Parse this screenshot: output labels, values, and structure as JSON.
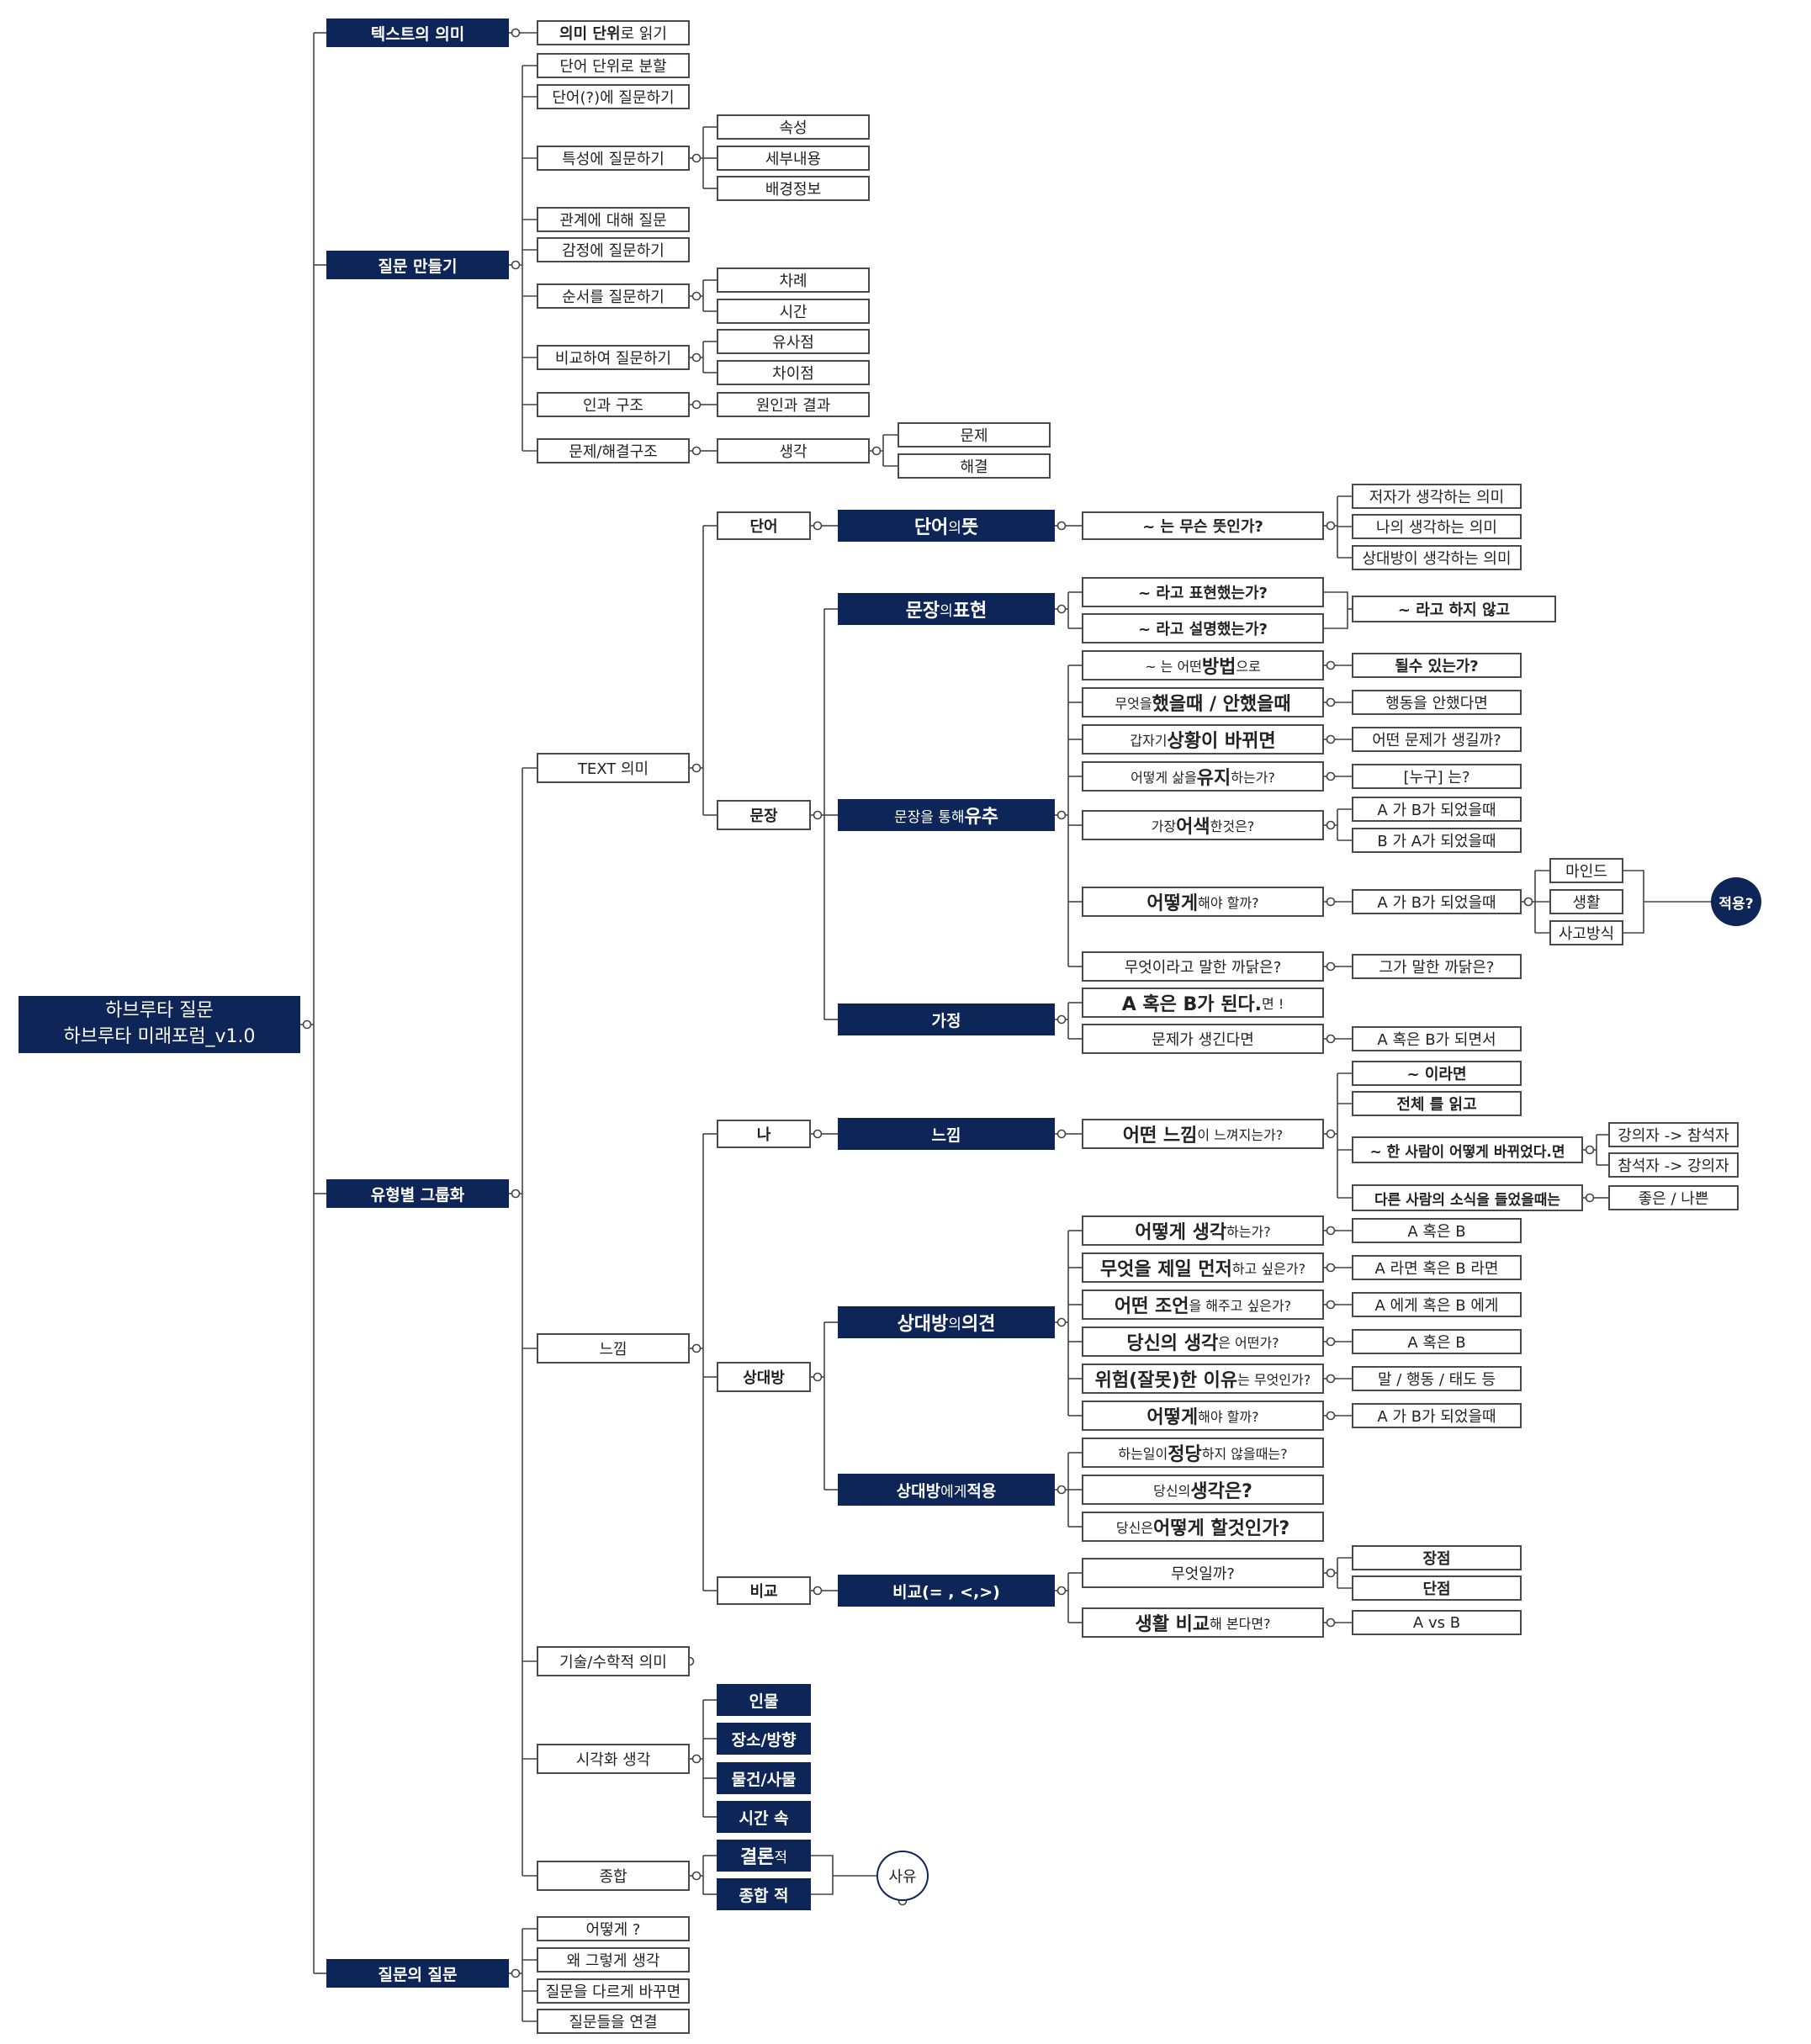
{
  "colors": {
    "navy": "#0e2557",
    "border": "#4a4a4a",
    "line": "#444444"
  },
  "nodes": {
    "root": {
      "line1": "하브루타 질문",
      "line2": "하브루타 미래포럼_v1.0"
    },
    "b1": "텍스트의 의미",
    "b1_1": {
      "a": "의미 단위",
      "b": "로 읽기"
    },
    "b2": "질문 만들기",
    "b2_1": "단어 단위로 분할",
    "b2_2": "단어(?)에 질문하기",
    "b2_3": "특성에 질문하기",
    "b2_3a": "속성",
    "b2_3b": "세부내용",
    "b2_3c": "배경정보",
    "b2_4": "관계에 대해 질문",
    "b2_5": "감정에 질문하기",
    "b2_6": "순서를 질문하기",
    "b2_6a": "차례",
    "b2_6b": "시간",
    "b2_7": "비교하여 질문하기",
    "b2_7a": "유사점",
    "b2_7b": "차이점",
    "b2_8": "인과 구조",
    "b2_8a": "원인과 결과",
    "b2_9": "문제/해결구조",
    "b2_9a": "생각",
    "b2_9a1": "문제",
    "b2_9a2": "해결",
    "b3": "유형별 그룹화",
    "t1": "TEXT 의미",
    "w": "단어",
    "wm": {
      "a": "단어",
      "b": " 의 ",
      "c": "뜻"
    },
    "wq": "~ 는 무슨 뜻인가?",
    "wq1": "저자가 생각하는 의미",
    "wq2": "나의 생각하는 의미",
    "wq3": "상대방이 생각하는 의미",
    "s": "문장",
    "sx": {
      "a": "문장",
      "b": "의 ",
      "c": "표현"
    },
    "sx1": "~ 라고 표현했는가?",
    "sx2": "~ 라고 설명했는가?",
    "sx3": "~ 라고 하지 않고",
    "si": {
      "a": "문장을 통해 ",
      "b": "유추"
    },
    "si1": {
      "a": "~ 는 어떤 ",
      "b": "방법",
      "c": "으로"
    },
    "si1r": "될수 있는가?",
    "si2": {
      "a": "무엇을 ",
      "b": "했을때 / 안했을때"
    },
    "si2r": "행동을 안했다면",
    "si3": {
      "a": "갑자기 ",
      "b": "상황이 바뀌면"
    },
    "si3r": "어떤 문제가 생길까?",
    "si4": {
      "a": "어떻게 삶을 ",
      "b": "유지",
      "c": "하는가?"
    },
    "si4r": "[누구] 는?",
    "si5": {
      "a": "가장 ",
      "b": "어색",
      "c": " 한것은?"
    },
    "si5r1": "A 가 B가 되었을때",
    "si5r2": "B 가 A가 되었을때",
    "si6": {
      "a": "어떻게",
      "b": " 해야 할까?"
    },
    "si6r": "A 가 B가 되었을때",
    "si6r1": "마인드",
    "si6r2": "생활",
    "si6r3": "사고방식",
    "apply": "적용?",
    "si7": "무엇이라고 말한 까닭은?",
    "si7r": "그가 말한 까닭은?",
    "hy": "가정",
    "hy1": {
      "a": "A 혹은 B가 된다.",
      "b": "면 !"
    },
    "hy2": "문제가 생긴다면",
    "hy2r": "A 혹은 B가 되면서",
    "t2": "느낌",
    "me": "나",
    "fe": "느낌",
    "fq": {
      "a": "어떤 느낌",
      "b": "이 느껴지는가?"
    },
    "fq1": "~ 이라면",
    "fq2": "전체 를 읽고",
    "fq3": "~ 한 사람이 어떻게 바뀌었다.면",
    "fq3a": "강의자 -> 참석자",
    "fq3b": "참석자 -> 강의자",
    "fq4": "다른 사람의 소식을 들었을때는",
    "fq4a": "좋은 / 나쁜",
    "ot": "상대방",
    "op": {
      "a": "상대방",
      "b": "의 ",
      "c": "의견"
    },
    "op1": {
      "a": "어떻게 생각",
      "b": "하는가?"
    },
    "op1r": "A 혹은 B",
    "op2": {
      "a": "무엇을 제일 먼저",
      "b": "하고 싶은가?"
    },
    "op2r": "A 라면 혹은 B 라면",
    "op3": {
      "a": "어떤 조언",
      "b": "을 해주고 싶은가?"
    },
    "op3r": "A 에게 혹은 B 에게",
    "op4": {
      "a": "당신의 생각",
      "b": "은 어떤가?"
    },
    "op4r": "A 혹은 B",
    "op5": {
      "a": "위험(잘못)한 이유",
      "b": "는 무엇인가?"
    },
    "op5r": "말 / 행동 / 태도 등",
    "op6": {
      "a": "어떻게",
      "b": " 해야 할까?"
    },
    "op6r": "A 가 B가 되었을때",
    "oa": {
      "a": "상대방",
      "b": "에게",
      "c": " 적용"
    },
    "oa1": {
      "a": "하는일이 ",
      "b": "정당",
      "c": "하지 않을때는?"
    },
    "oa2": {
      "a": "당신의 ",
      "b": "생각은?"
    },
    "oa3": {
      "a": "당신은 ",
      "b": "어떻게 할것인가?"
    },
    "cp": "비교",
    "cpm": "비교(= , <,>)",
    "cpq": "무엇일까?",
    "cpq1": "장점",
    "cpq2": "단점",
    "cpl": {
      "a": "생활 비교",
      "b": "해 본다면?"
    },
    "cplr": "A vs B",
    "t3": "기술/수학적 의미",
    "t4": "시각화 생각",
    "v1": "인물",
    "v2": "장소/방향",
    "v3": "물건/사물",
    "v4": "시간 속",
    "t5": "종합",
    "sy1": {
      "a": "결론",
      "b": " 적"
    },
    "sy2": "종합 적",
    "think": "사유",
    "b4": "질문의 질문",
    "q1": "어떻게 ?",
    "q2": "왜 그렇게 생각",
    "q3": "질문을 다르게 바꾸면",
    "q4": "질문들을 연결"
  }
}
